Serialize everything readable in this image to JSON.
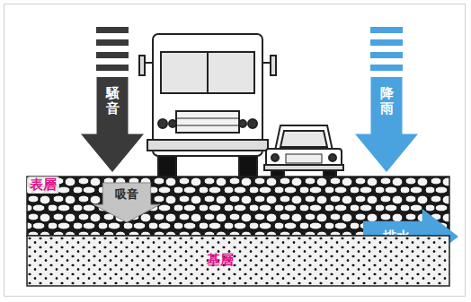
{
  "diagram": {
    "nodes": [
      {
        "text": [
          "騒音"
        ]
      },
      {
        "text": [
          "降雨"
        ]
      },
      {
        "text": [
          "表層"
        ]
      },
      {
        "text": [
          "吸音"
        ],
        "in": 2
      },
      {
        "text": [
          "排水"
        ]
      },
      {
        "text": [
          "基層"
        ]
      }
    ]
  }
}
